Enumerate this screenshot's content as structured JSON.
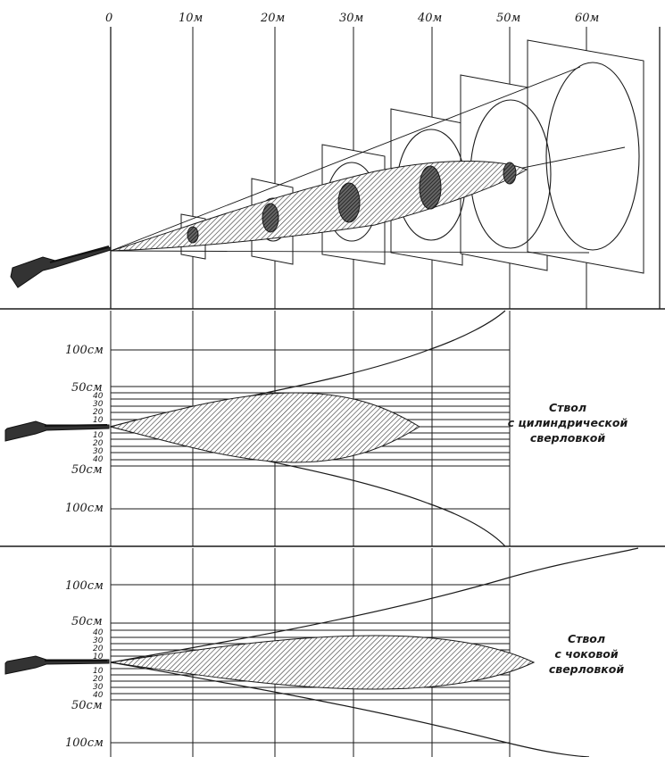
{
  "top_panel": {
    "distance_labels": [
      "0",
      "10м",
      "20м",
      "30м",
      "40м",
      "50м",
      "60м"
    ]
  },
  "cylinder_panel": {
    "y_labels_upper": [
      "100см",
      "50см"
    ],
    "small_ticks_upper": [
      "40",
      "30",
      "20",
      "10"
    ],
    "small_ticks_lower": [
      "10",
      "20",
      "30",
      "40"
    ],
    "y_labels_lower": [
      "50см",
      "100см"
    ],
    "caption": [
      "Ствол",
      "с цилиндрической",
      "сверловкой"
    ]
  },
  "choke_panel": {
    "y_labels_upper": [
      "100см",
      "50см"
    ],
    "small_ticks_upper": [
      "40",
      "30",
      "20",
      "10"
    ],
    "small_ticks_lower": [
      "10",
      "20",
      "30",
      "40"
    ],
    "y_labels_lower": [
      "50см",
      "100см"
    ],
    "caption": [
      "Ствол",
      "с чоковой",
      "сверловкой"
    ]
  }
}
